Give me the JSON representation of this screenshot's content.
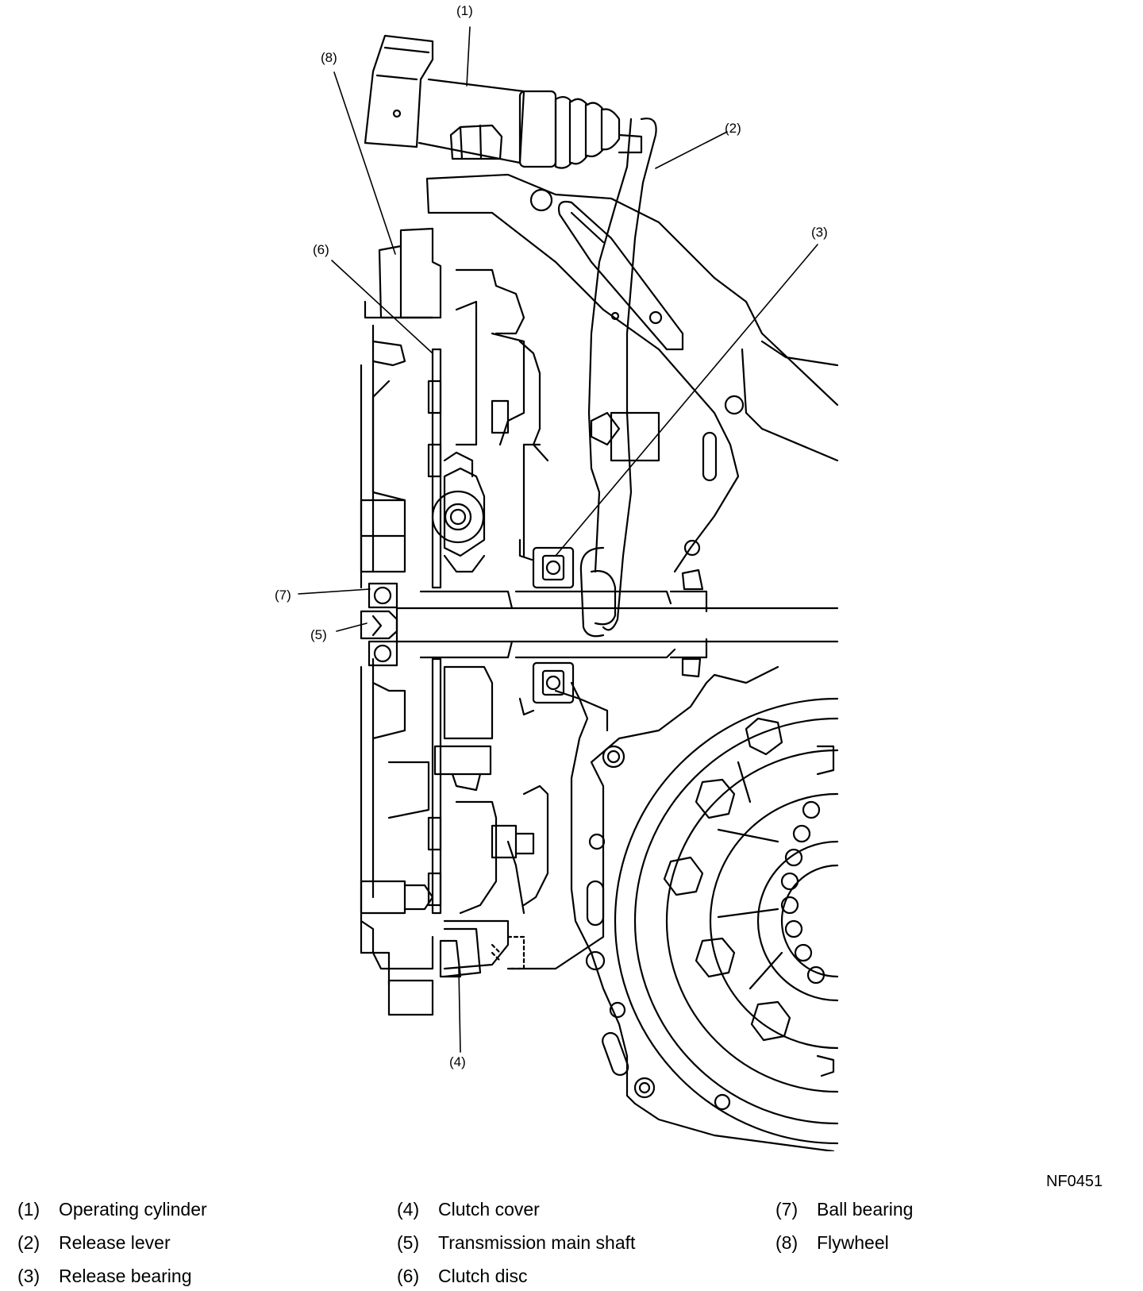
{
  "figure_code": "NF0451",
  "callouts": [
    {
      "num": "(1)"
    },
    {
      "num": "(2)"
    },
    {
      "num": "(3)"
    },
    {
      "num": "(4)"
    },
    {
      "num": "(5)"
    },
    {
      "num": "(6)"
    },
    {
      "num": "(7)"
    },
    {
      "num": "(8)"
    }
  ],
  "legend": [
    {
      "num": "(1)",
      "label": "Operating cylinder"
    },
    {
      "num": "(2)",
      "label": "Release lever"
    },
    {
      "num": "(3)",
      "label": "Release bearing"
    },
    {
      "num": "(4)",
      "label": "Clutch cover"
    },
    {
      "num": "(5)",
      "label": "Transmission main shaft"
    },
    {
      "num": "(6)",
      "label": "Clutch disc"
    },
    {
      "num": "(7)",
      "label": "Ball bearing"
    },
    {
      "num": "(8)",
      "label": "Flywheel"
    }
  ]
}
